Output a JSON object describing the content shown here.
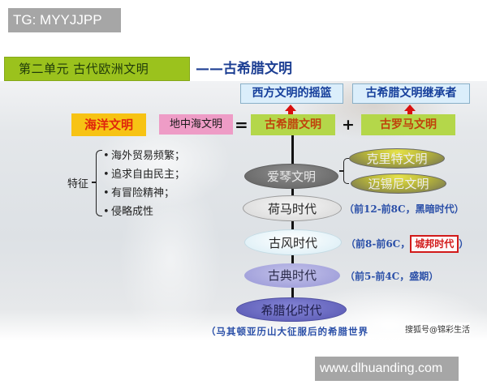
{
  "watermarks": {
    "top": "TG: MYYJJPP",
    "bottom": "www.dlhuanding.com"
  },
  "header": {
    "unit_title": "第二单元  古代欧洲文明",
    "subtitle": "——古希腊文明"
  },
  "top_labels": {
    "cradle": "西方文明的摇篮",
    "successor": "古希腊文明继承者"
  },
  "equation": {
    "ocean_civ": "海洋文明",
    "med_civ": "地中海文明",
    "equals": "=",
    "greek_civ": "古希腊文明",
    "plus": "+",
    "roman_civ": "古罗马文明"
  },
  "features": {
    "label": "特征",
    "items": [
      "海外贸易频繁；",
      "追求自由民主；",
      "有冒险精神；",
      "侵略成性"
    ],
    "bullet": "•"
  },
  "timeline": {
    "aegean": {
      "label": "爱琴文明",
      "children": [
        "克里特文明",
        "迈锡尼文明"
      ]
    },
    "homer": {
      "label": "荷马时代",
      "note": "（前12-前8C，黑暗时代）"
    },
    "archaic": {
      "label": "古风时代",
      "note_prefix": "（前8-前6C，",
      "highlight": "城邦时代",
      "note_suffix": "）"
    },
    "classical": {
      "label": "古典时代",
      "note": "（前5-前4C，盛期）"
    },
    "hellenistic": {
      "label": "希腊化时代",
      "note": "（马其顿亚历山大征服后的希腊世界"
    }
  },
  "source_credit": "搜狐号@锦彩生活",
  "colors": {
    "unit_title_bg": "#9bc21d",
    "subtitle_text": "#1d3f93",
    "ocean_bg": "#f7c314",
    "ocean_text": "#e0260c",
    "med_bg": "#ee9cc6",
    "green_box_bg": "#b4d74a",
    "green_box_text": "#c0420c",
    "blue_box_bg": "#dbeefb",
    "arrow": "#d21a1a",
    "annotation": "#2a4fa8",
    "highlight": "#d21a1a"
  }
}
